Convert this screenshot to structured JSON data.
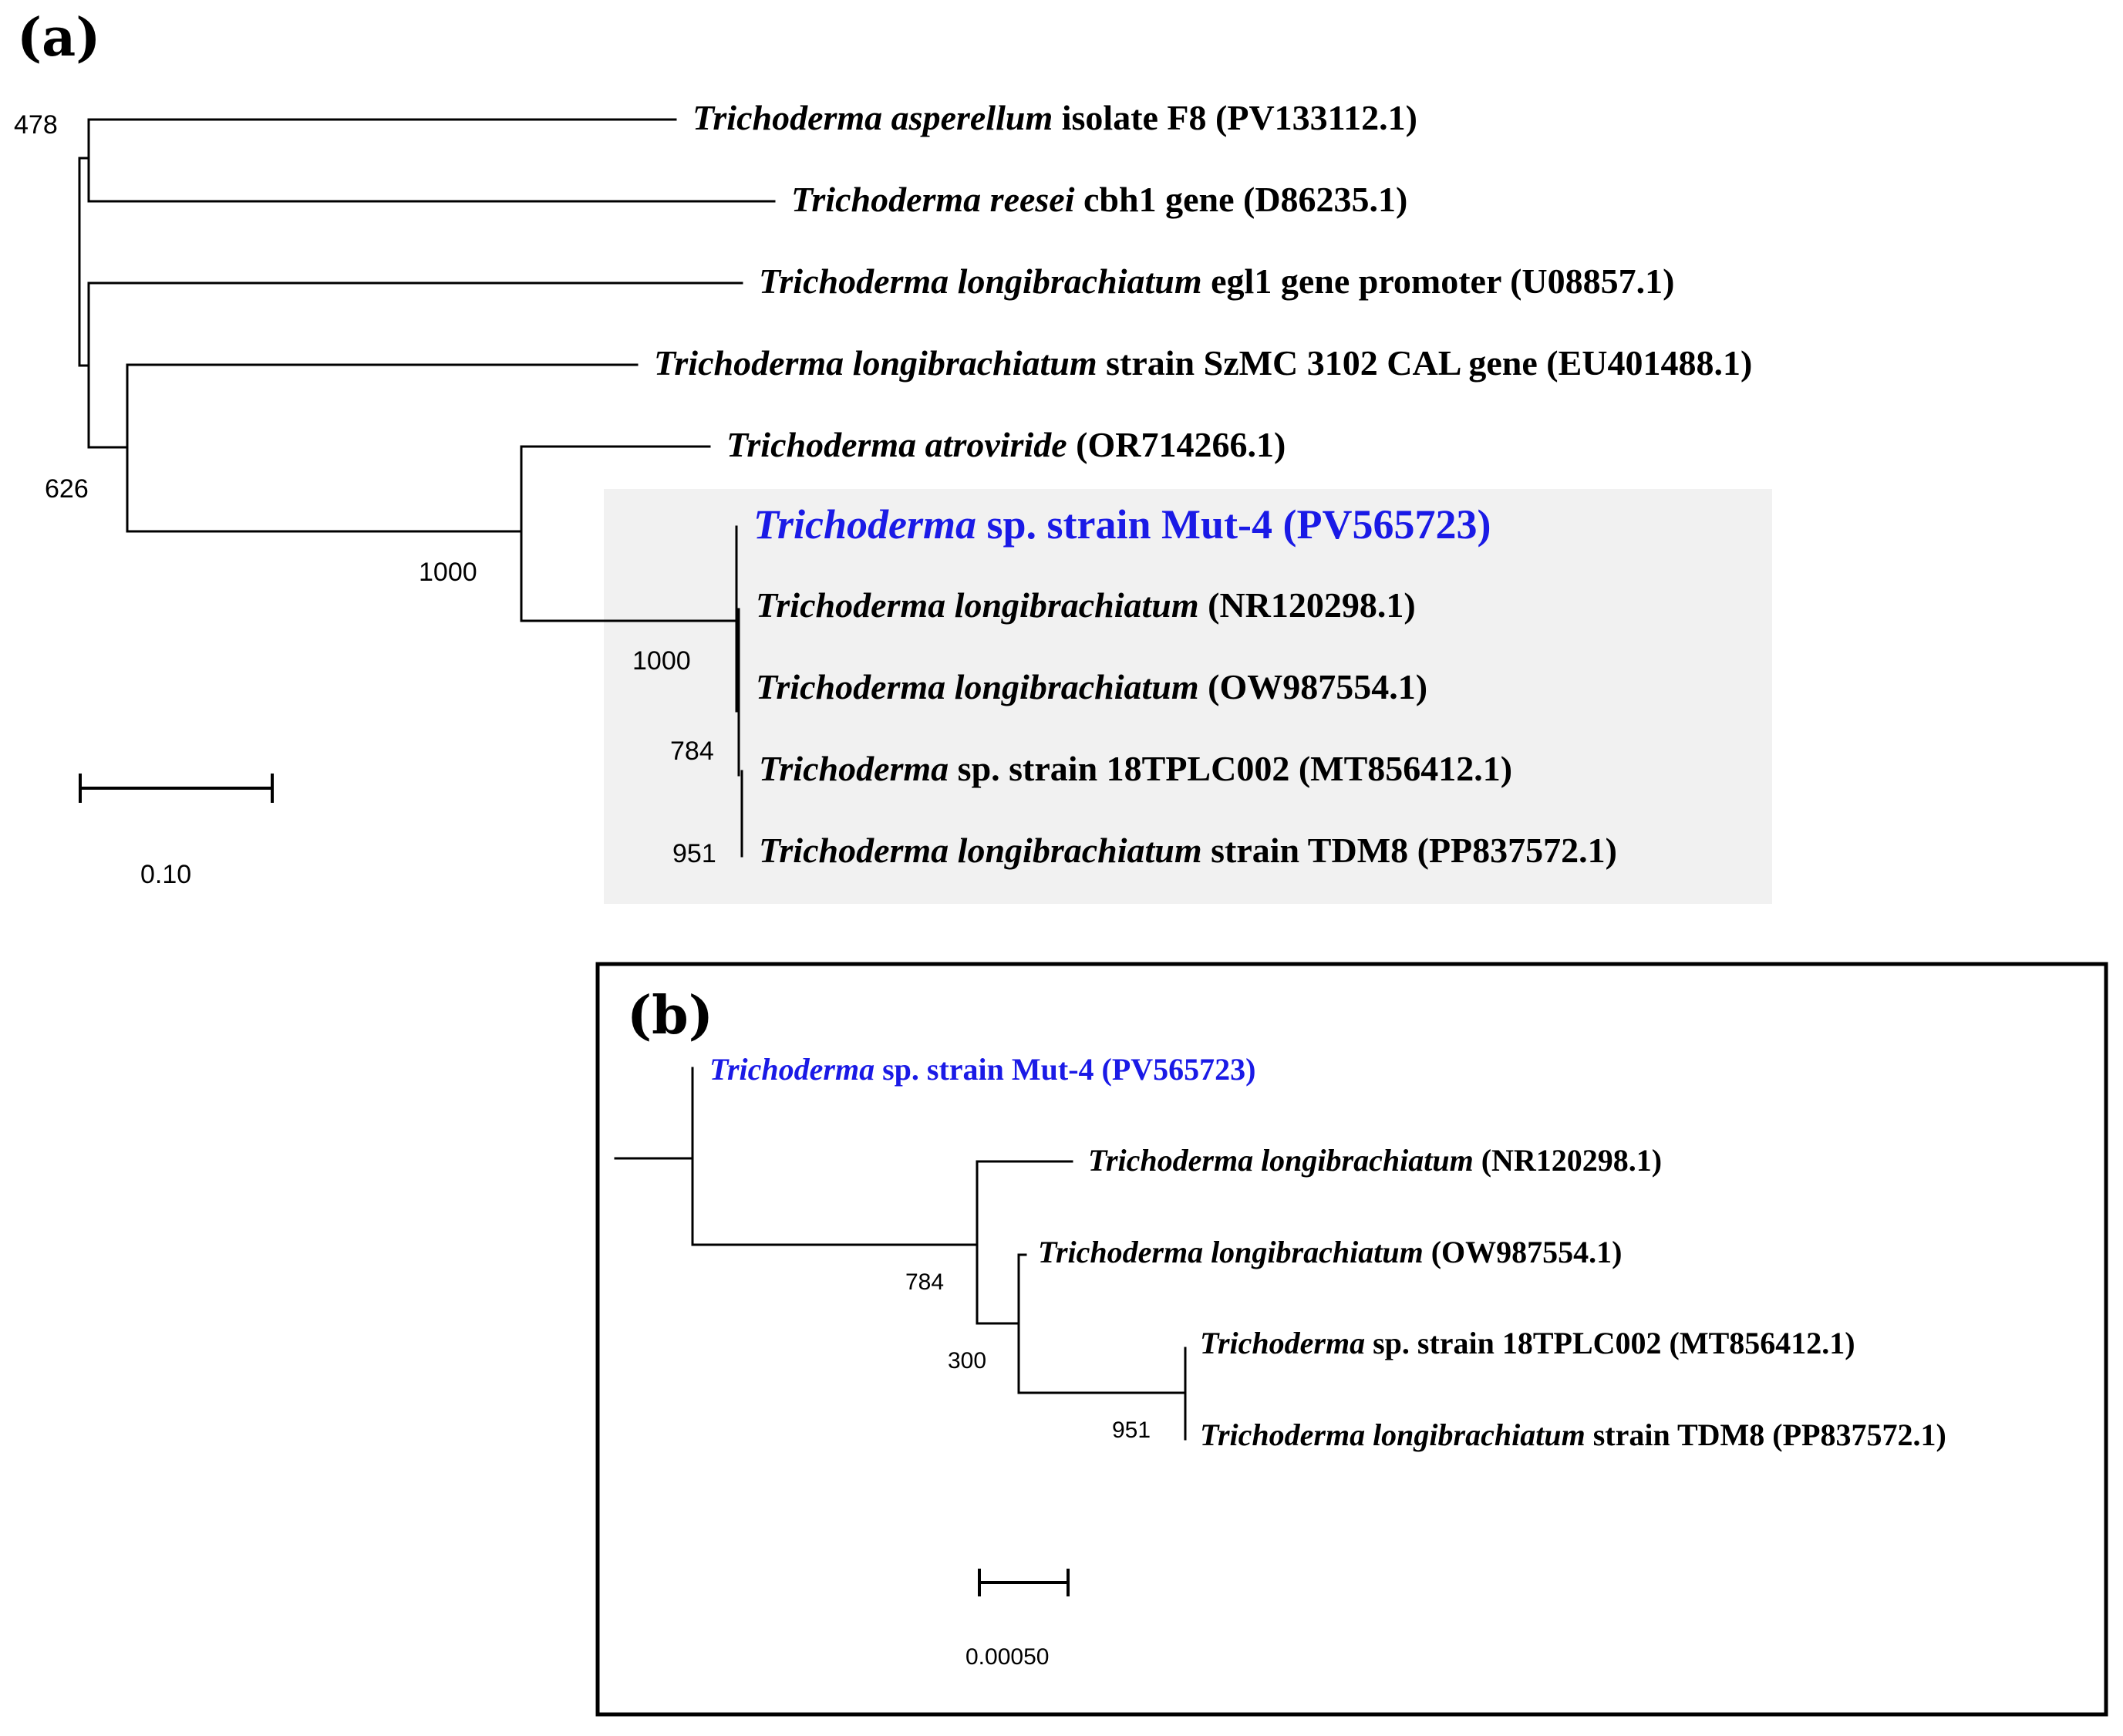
{
  "panel_a": {
    "label": "(a)",
    "bootstrap": [
      "478",
      "626",
      "1000",
      "1000",
      "784",
      "951"
    ],
    "scale_label": "0.10",
    "taxa": [
      {
        "genus": "Trichoderma",
        "epithet": " asperellum",
        "rest": " isolate F8 (PV133112.1)",
        "highlight": false
      },
      {
        "genus": "Trichoderma",
        "epithet": " reesei",
        "rest": " cbh1 gene (D86235.1)",
        "highlight": false
      },
      {
        "genus": "Trichoderma",
        "epithet": " longibrachiatum",
        "rest": " egl1 gene promoter (U08857.1)",
        "highlight": false
      },
      {
        "genus": "Trichoderma",
        "epithet": " longibrachiatum",
        "rest": " strain SzMC 3102 CAL gene (EU401488.1)",
        "highlight": false
      },
      {
        "genus": "Trichoderma",
        "epithet": " atroviride",
        "rest": " (OR714266.1)",
        "highlight": false
      },
      {
        "genus": "Trichoderma",
        "epithet": "",
        "rest": " sp. strain Mut-4 (PV565723)",
        "highlight": true
      },
      {
        "genus": "Trichoderma",
        "epithet": " longibrachiatum",
        "rest": " (NR120298.1)",
        "highlight": false
      },
      {
        "genus": "Trichoderma",
        "epithet": " longibrachiatum",
        "rest": " (OW987554.1)",
        "highlight": false
      },
      {
        "genus": "Trichoderma",
        "epithet": "",
        "rest": " sp. strain 18TPLC002 (MT856412.1)",
        "highlight": false
      },
      {
        "genus": "Trichoderma",
        "epithet": " longibrachiatum",
        "rest": " strain TDM8 (PP837572.1)",
        "highlight": false
      }
    ]
  },
  "panel_b": {
    "label": "(b)",
    "bootstrap": [
      "784",
      "300",
      "951"
    ],
    "scale_label": "0.00050",
    "taxa": [
      {
        "genus": "Trichoderma",
        "epithet": "",
        "rest": " sp. strain Mut-4 (PV565723)",
        "highlight": true
      },
      {
        "genus": "Trichoderma",
        "epithet": " longibrachiatum",
        "rest": " (NR120298.1)",
        "highlight": false
      },
      {
        "genus": "Trichoderma",
        "epithet": " longibrachiatum",
        "rest": " (OW987554.1)",
        "highlight": false
      },
      {
        "genus": "Trichoderma",
        "epithet": "",
        "rest": " sp. strain 18TPLC002 (MT856412.1)",
        "highlight": false
      },
      {
        "genus": "Trichoderma",
        "epithet": " longibrachiatum",
        "rest": " strain TDM8 (PP837572.1)",
        "highlight": false
      }
    ]
  },
  "colors": {
    "highlight_text": "#1a1ae6",
    "clade_box": "#f1f1f1",
    "line": "#000000"
  }
}
